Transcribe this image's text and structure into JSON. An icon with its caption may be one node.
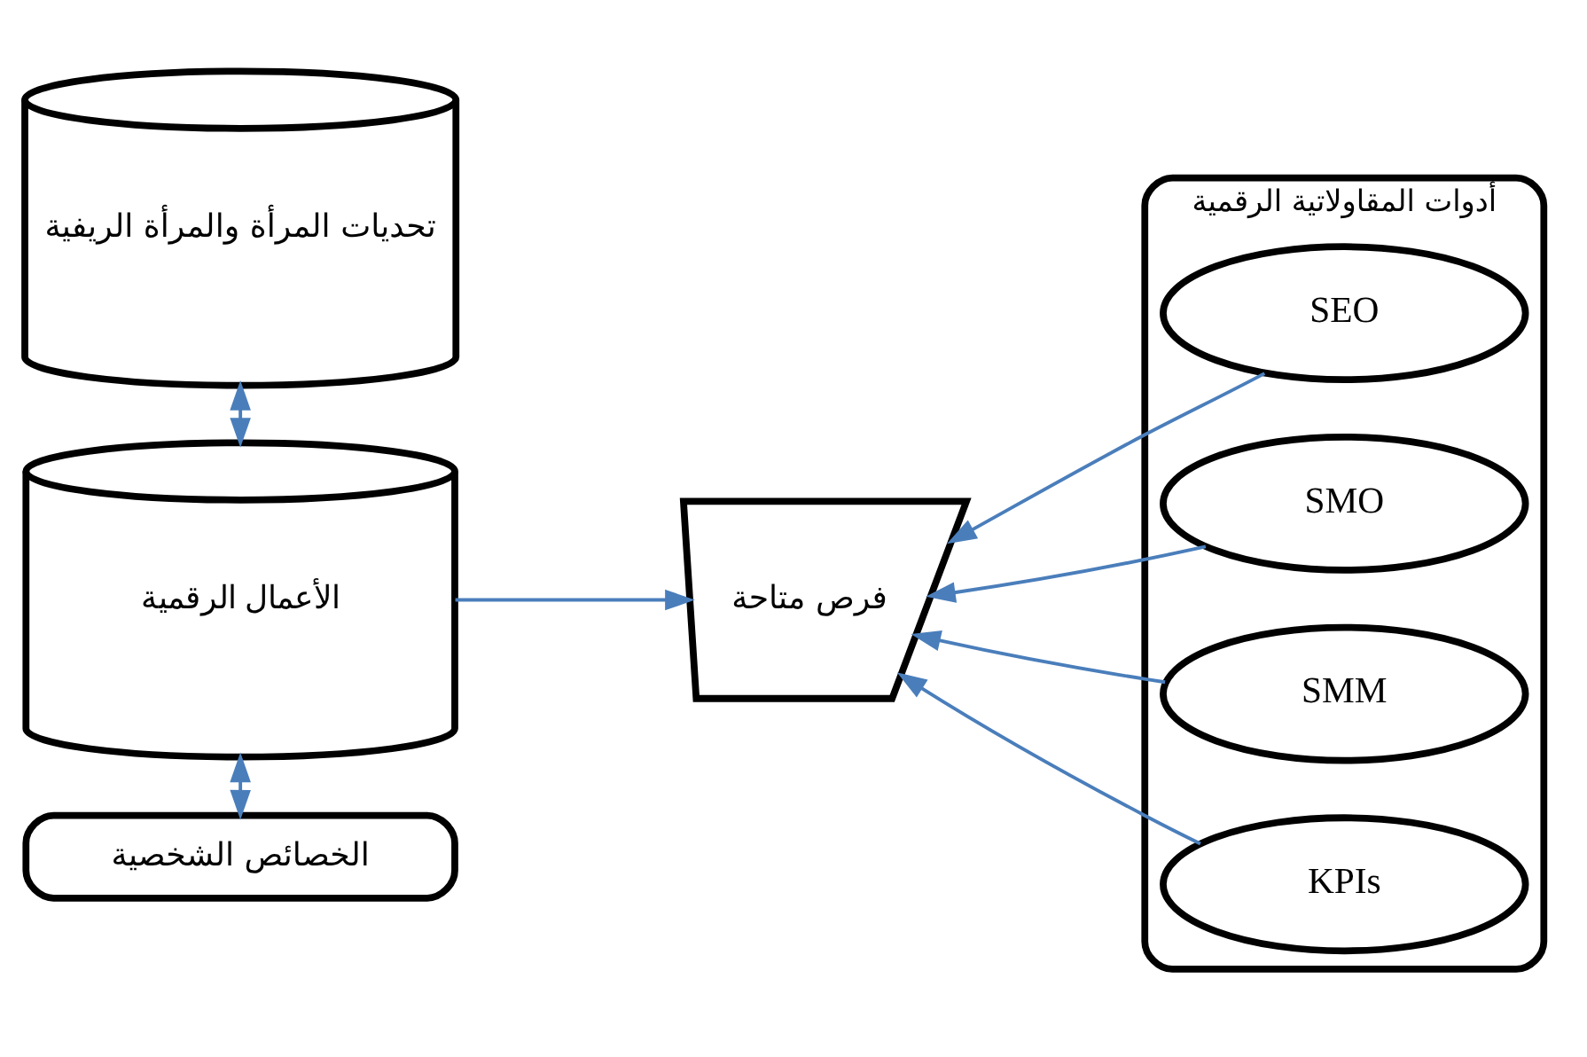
{
  "diagram": {
    "nodes": [
      {
        "text": [
          "تحديات المرأة والمرأة الريفية"
        ]
      },
      {
        "text": [
          "الأعمال الرقمية"
        ]
      },
      {
        "text": [
          "الخصائص الشخصية"
        ]
      },
      {
        "text": [
          "فرص متاحة"
        ]
      },
      {
        "text": [
          "أدوات المقاولاتية الرقمية"
        ]
      },
      {
        "text": [
          "SEO"
        ],
        "in": 4
      },
      {
        "text": [
          "SMO"
        ],
        "in": 4
      },
      {
        "text": [
          "SMM"
        ],
        "in": 4
      },
      {
        "text": [
          "KPIs"
        ],
        "in": 4
      }
    ],
    "edges": [
      {
        "from": 0,
        "to": 1,
        "arrow": "both"
      },
      {
        "from": 1,
        "to": 2,
        "arrow": "both"
      },
      {
        "from": 1,
        "to": 3,
        "arrow": "to"
      },
      {
        "from": 5,
        "to": 3,
        "arrow": "to"
      },
      {
        "from": 6,
        "to": 3,
        "arrow": "to"
      },
      {
        "from": 7,
        "to": 3,
        "arrow": "to"
      },
      {
        "from": 8,
        "to": 3,
        "arrow": "to"
      }
    ]
  }
}
